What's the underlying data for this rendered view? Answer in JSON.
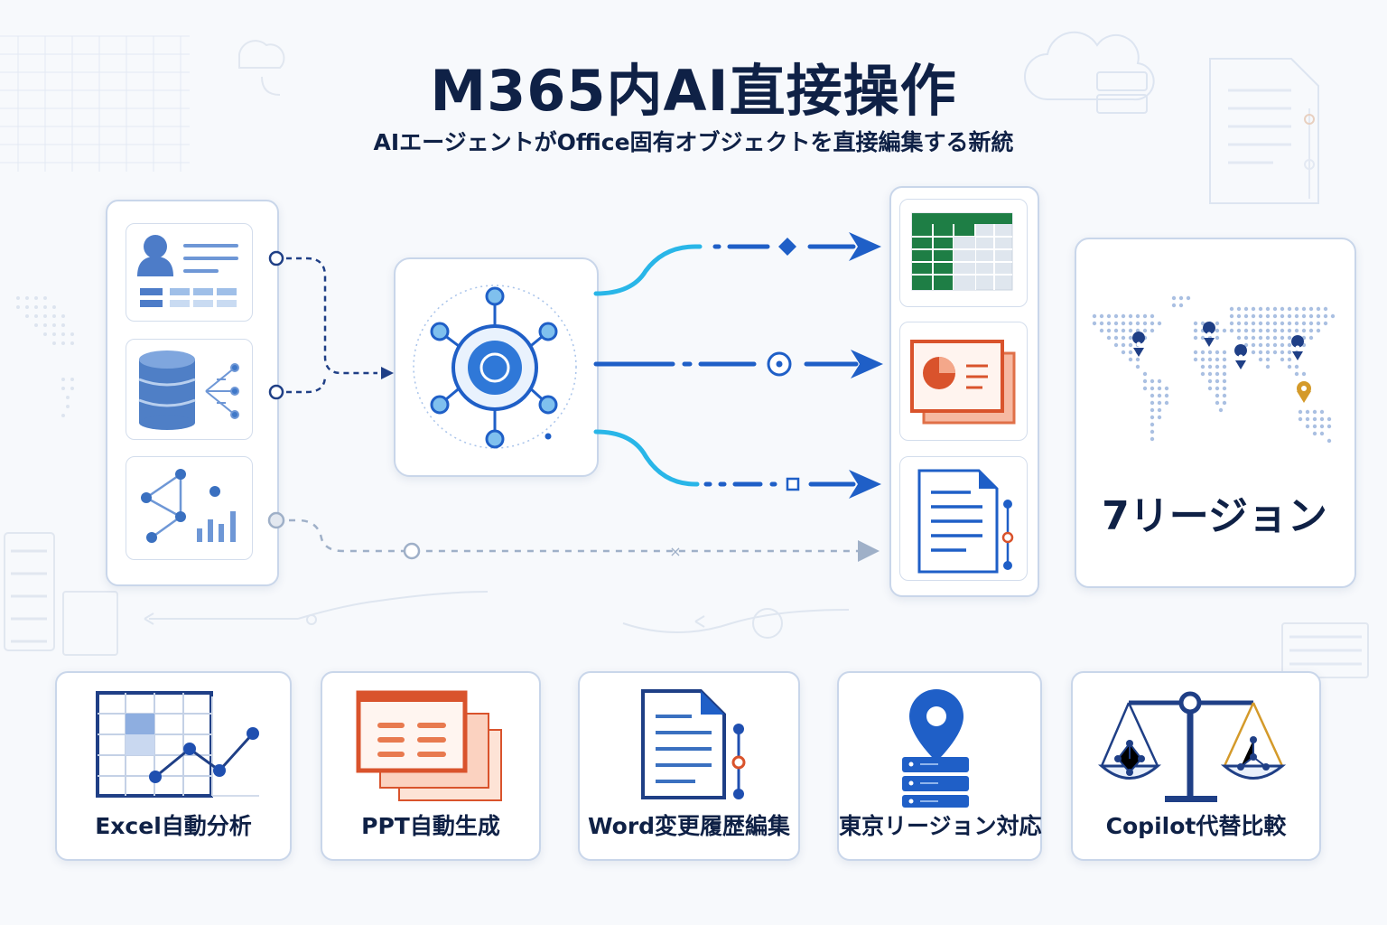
{
  "header": {
    "title": "M365内AI直接操作",
    "subtitle": "AIエージェントがOffice固有オブジェクトを直接編集する新統"
  },
  "regions": {
    "label": "7リージョン"
  },
  "features": [
    {
      "label": "Excel自動分析",
      "icon": "excel-chart-icon"
    },
    {
      "label": "PPT自動生成",
      "icon": "slides-icon"
    },
    {
      "label": "Word変更履歴編集",
      "icon": "document-track-changes-icon"
    },
    {
      "label": "東京リージョン対応",
      "icon": "location-server-icon"
    },
    {
      "label": "Copilot代替比較",
      "icon": "balance-scale-icon"
    }
  ],
  "colors": {
    "navy": "#0f2146",
    "blue": "#1f5fc7",
    "light_blue": "#5aa2e6",
    "cyan": "#29b6e8",
    "excel_green": "#1e7e45",
    "ppt_orange": "#d9532c",
    "gold": "#d49a2a",
    "border": "#c9d6ea"
  }
}
